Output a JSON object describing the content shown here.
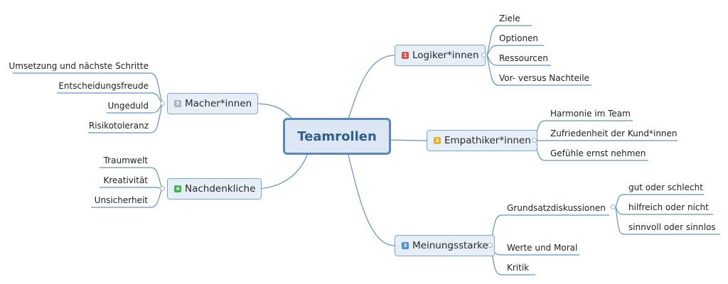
{
  "central": {
    "label": "Teamrollen"
  },
  "colors": {
    "line": "#5f93c8",
    "node_border": "#7fa5cf",
    "node_fill": "#e6eef8",
    "central_text": "#2f5f8f"
  },
  "branches": {
    "logiker": {
      "number": "1",
      "label": "Logiker*innen",
      "color": "#d9534f",
      "children": [
        "Ziele",
        "Optionen",
        "Ressourcen",
        "Vor- versus Nachteile"
      ]
    },
    "empathiker": {
      "number": "2",
      "label": "Empathiker*innen",
      "color": "#e5b22a",
      "children": [
        "Harmonie im Team",
        "Zufriedenheit der Kund*innen",
        "Gefühle ernst nehmen"
      ]
    },
    "meinungsstarke": {
      "number": "3",
      "label": "Meinungsstarke",
      "color": "#4f8fd8",
      "children": [
        {
          "label": "Grundsatzdiskussionen",
          "children": [
            "gut oder schlecht",
            "hilfreich oder nicht",
            "sinnvoll oder sinnlos"
          ]
        },
        {
          "label": "Werte und Moral"
        },
        {
          "label": "Kritik"
        }
      ]
    },
    "nachdenkliche": {
      "number": "4",
      "label": "Nachdenkliche",
      "color": "#3cb84a",
      "children": [
        "Traumwelt",
        "Kreativität",
        "Unsicherheit"
      ]
    },
    "macher": {
      "number": "5",
      "label": "Macher*innen",
      "color": "#a3b6c8",
      "children": [
        "Umsetzung und nächste Schritte",
        "Entscheidungsfreude",
        "Ungeduld",
        "Risikotoleranz"
      ]
    }
  }
}
